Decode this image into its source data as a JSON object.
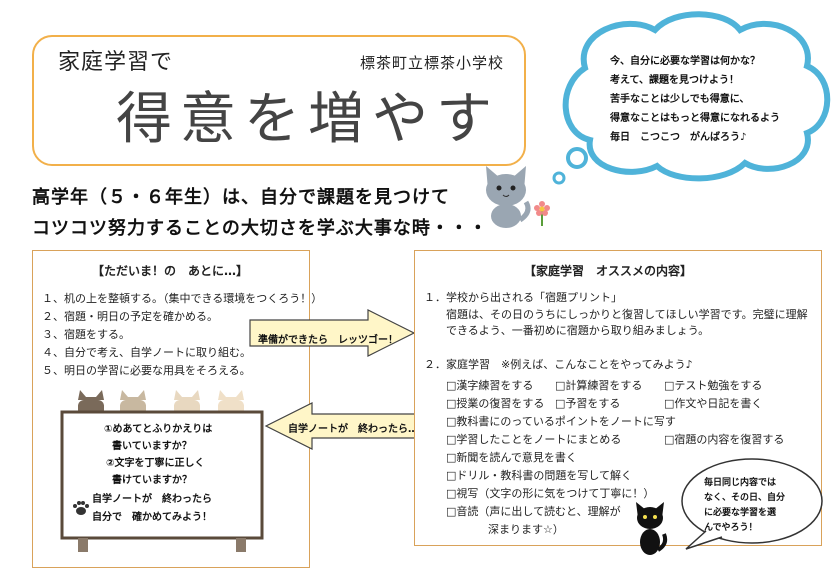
{
  "header": {
    "subtitle": "家庭学習で",
    "school": "標茶町立標茶小学校",
    "title": "得意を増やす"
  },
  "cloud": {
    "lines": [
      "今、自分に必要な学習は何かな？",
      "考えて、課題を見つけよう！",
      "苦手なことは少しでも得意に、",
      "得意なことはもっと得意になれるよう",
      "毎日　こつこつ　がんばろう♪"
    ]
  },
  "headline": {
    "line1": "高学年（５・６年生）は、自分で課題を見つけて",
    "line2": "コツコツ努力することの大切さを学ぶ大事な時・・・"
  },
  "left_panel": {
    "heading": "【ただいま！の　あとに…】",
    "items": [
      "１、机の上を整頓する。（集中できる環境をつくろう！）",
      "２、宿題・明日の予定を確かめる。",
      "３、宿題をする。",
      "４、自分で考え、自学ノートに取り組む。",
      "５、明日の学習に必要な用具をそろえる。"
    ]
  },
  "arrows": {
    "right_label": "準備ができたら　レッツゴー！",
    "left_label": "自学ノートが　終わったら…"
  },
  "board": {
    "lines": [
      "①めあてとふりかえりは",
      "書いていますか？",
      "②文字を丁寧に正しく",
      "書けていますか？",
      "自学ノートが　終わったら",
      "自分で　確かめてみよう！"
    ]
  },
  "right_panel": {
    "heading": "【家庭学習　オススメの内容】",
    "p1_line1": "１．学校から出される「宿題プリント」",
    "p1_line2": "宿題は、その日のうちにしっかりと復習してほしい学習です。完璧に理解",
    "p1_line3": "できるよう、一番初めに宿題から取り組みましょう。",
    "p2_heading": "２．家庭学習　※例えば、こんなことをやってみよう♪",
    "checkbox_rows": [
      [
        "□漢字練習をする",
        "□計算練習をする",
        "□テスト勉強をする"
      ],
      [
        "□授業の復習をする",
        "□予習をする",
        "□作文や日記を書く"
      ]
    ],
    "checkbox_singles": [
      "□教科書にのっているポイントをノートに写す",
      "□新聞を読んで意見を書く",
      "□ドリル・教科書の問題を写して解く",
      "□視写（文字の形に気をつけて丁寧に！）",
      "□音読（声に出して読むと、理解が",
      "深まります☆）"
    ],
    "check_row_long_a": "□学習したことをノートにまとめる",
    "check_row_long_b": "□宿題の内容を復習する"
  },
  "note": {
    "lines": [
      "毎日同じ内容では",
      "なく、その日、自分",
      "に必要な学習を選",
      "んでやろう！"
    ]
  },
  "colors": {
    "frame_orange": "#f2b04a",
    "arrow_yellow": "#fff6c8",
    "cloud_stroke": "#4fb3d9"
  },
  "icons": [
    "cat-illustration",
    "flower-icon",
    "paw-icon",
    "kittens-row",
    "black-cat-illustration"
  ]
}
